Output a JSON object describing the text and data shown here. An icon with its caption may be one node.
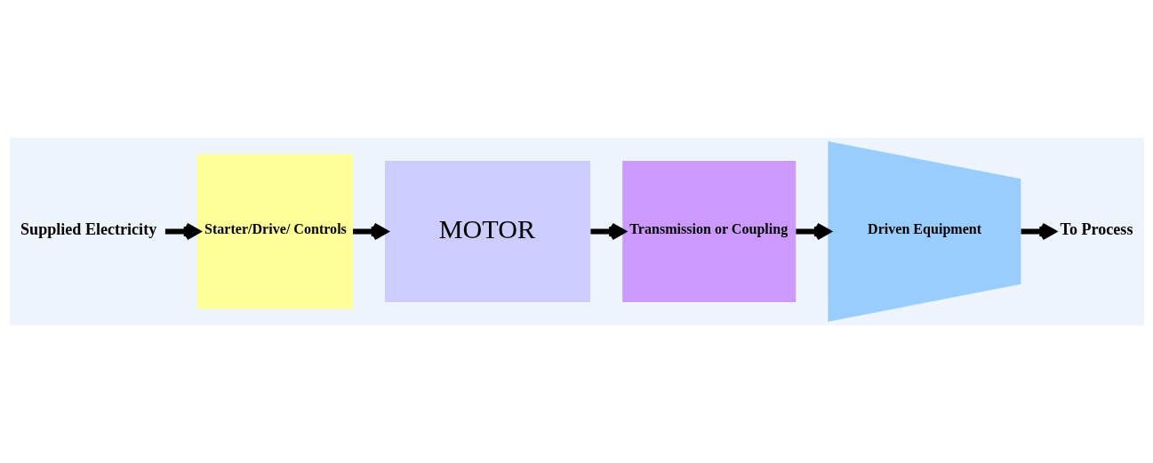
{
  "diagram": {
    "nodes": [
      {
        "text": [
          "Supplied Electricity"
        ]
      },
      {
        "text": [
          "Starter/Drive/ Controls"
        ]
      },
      {
        "text": [
          "MOTOR"
        ]
      },
      {
        "text": [
          "Transmission or Coupling"
        ]
      },
      {
        "text": [
          "Driven Equipment"
        ]
      },
      {
        "text": [
          "To Process"
        ]
      }
    ],
    "edges": [
      {
        "from": 0,
        "to": 1,
        "arrow": "to"
      },
      {
        "from": 1,
        "to": 2,
        "arrow": "to"
      },
      {
        "from": 2,
        "to": 3,
        "arrow": "to"
      },
      {
        "from": 3,
        "to": 4,
        "arrow": "to"
      },
      {
        "from": 4,
        "to": 5,
        "arrow": "to"
      }
    ]
  }
}
